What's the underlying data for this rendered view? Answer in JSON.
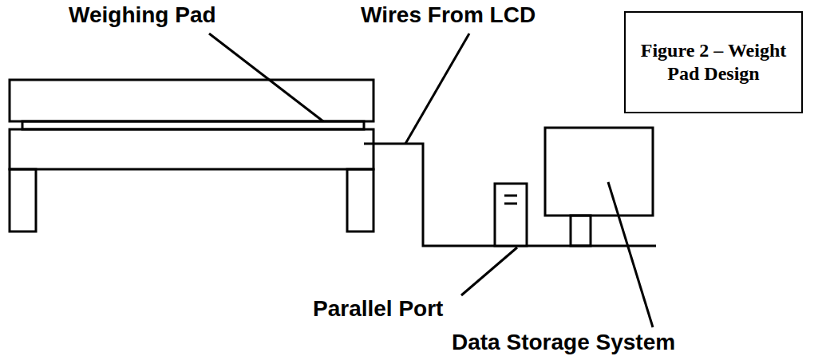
{
  "diagram": {
    "nodes": [
      {
        "text": [
          "Figure 2 – Weight Pad Design"
        ]
      }
    ],
    "labels": [
      "Weighing Pad",
      "Wires From LCD",
      "Parallel Port",
      "Data Storage System"
    ]
  }
}
